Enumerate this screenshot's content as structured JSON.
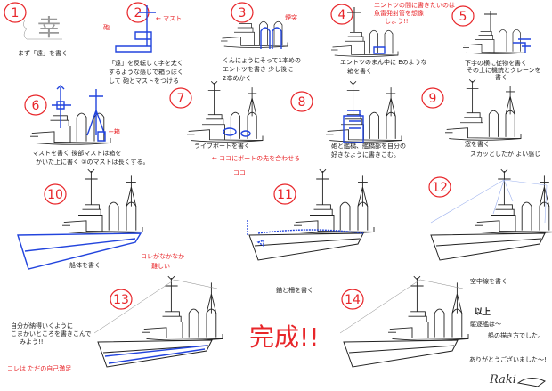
{
  "title": "駆逐艦の描き方",
  "steps": [
    {
      "number": "1",
      "caption": "まず「遠」を書く",
      "glyph": "幸"
    },
    {
      "number": "2",
      "label_mast": "← マスト",
      "label_gun": "砲",
      "caption": [
        "「遠」を反転して字を太く",
        "するような感じで箱っぽく",
        "して 砲とマストをつける"
      ]
    },
    {
      "number": "3",
      "label_funnel": "煙突",
      "caption": [
        "くんにょうにそって1本めの",
        "エントツを書き 少し後に",
        "2本めかく"
      ]
    },
    {
      "number": "4",
      "note": [
        "エントツの間に書きたいのは",
        "魚雷発射管を想像",
        "しよう!!"
      ],
      "caption": [
        "エントツのまん中に Eのような",
        "箱を書く"
      ]
    },
    {
      "number": "5",
      "caption": [
        "下字の横に従物を書く",
        "その上に機銃とクレーンを",
        "書く"
      ]
    },
    {
      "number": "6",
      "label_box": "←箱",
      "caption": [
        "マストを書く  後部マストは箱を",
        "かいた上に書く ②のマストは長くする。"
      ]
    },
    {
      "number": "7",
      "caption": "ライフボートを書く",
      "note": "← ココにボートの先を合わせる",
      "koko": "ココ"
    },
    {
      "number": "8",
      "caption": [
        "砲と艦橋、艦橋部を自分の",
        "好きなように書きこむ。"
      ]
    },
    {
      "number": "9",
      "caption": [
        "窓を書く",
        "スカッとしたが よい感じ"
      ]
    },
    {
      "number": "10",
      "caption": "船体を書く",
      "note": [
        "コレがなかなか",
        "難しい"
      ]
    },
    {
      "number": "11",
      "caption": "錨と柵を書く"
    },
    {
      "number": "12",
      "caption": "空中線を書く"
    },
    {
      "number": "13",
      "caption": [
        "自分が納得いくように",
        "こまかいところを書きこんで",
        "みよう!!"
      ],
      "note": "コレは ただの自己満足"
    },
    {
      "number": "14"
    }
  ],
  "complete": "完成!!",
  "ending": {
    "heading": "以上",
    "lines": [
      "駆逐艦は〜",
      "船の描き方でした。"
    ],
    "thanks": "ありがとうございました〜!",
    "signature": "Raki"
  },
  "colors": {
    "red": "#e8262a",
    "blue": "#2244dd",
    "ink": "#222222"
  }
}
